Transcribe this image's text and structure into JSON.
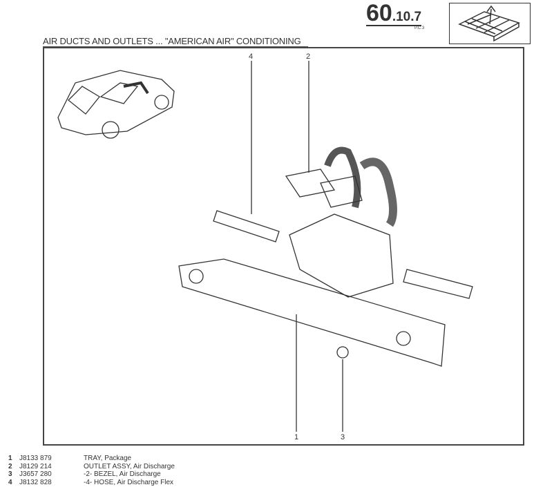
{
  "header": {
    "section_major": "60",
    "section_minor": ".10.7",
    "page_code": "P.C.3",
    "title": "AIR DUCTS AND OUTLETS ... \"AMERICAN AIR\" CONDITIONING"
  },
  "diagram": {
    "callouts": [
      "1",
      "2",
      "3",
      "4"
    ]
  },
  "parts": [
    {
      "num": "1",
      "part_no": "J8133 879",
      "desc": "TRAY, Package"
    },
    {
      "num": "2",
      "part_no": "J8129 214",
      "desc": "OUTLET ASSY, Air Discharge"
    },
    {
      "num": "3",
      "part_no": "J3657 280",
      "desc": "-2- BEZEL, Air Discharge"
    },
    {
      "num": "4",
      "part_no": "J8132 828",
      "desc": "-4- HOSE, Air Discharge Flex"
    }
  ]
}
